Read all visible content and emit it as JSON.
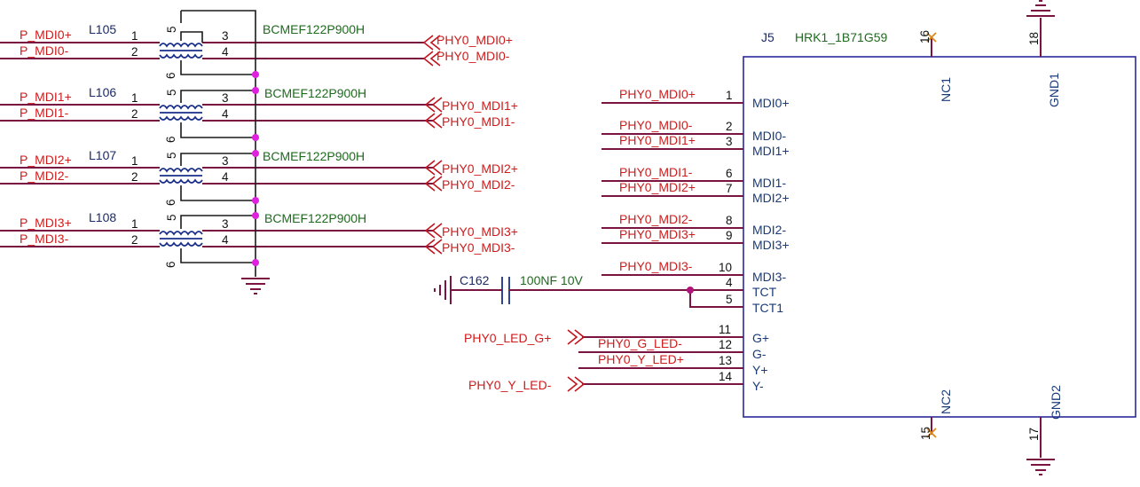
{
  "transformers": [
    {
      "ref": "L105",
      "part": "BCMEF122P900H",
      "net_p": "P_MDI0+",
      "net_n": "P_MDI0-",
      "phy_p": "PHY0_MDI0+",
      "phy_n": "PHY0_MDI0-"
    },
    {
      "ref": "L106",
      "part": "BCMEF122P900H",
      "net_p": "P_MDI1+",
      "net_n": "P_MDI1-",
      "phy_p": "PHY0_MDI1+",
      "phy_n": "PHY0_MDI1-"
    },
    {
      "ref": "L107",
      "part": "BCMEF122P900H",
      "net_p": "P_MDI2+",
      "net_n": "P_MDI2-",
      "phy_p": "PHY0_MDI2+",
      "phy_n": "PHY0_MDI2-"
    },
    {
      "ref": "L108",
      "part": "BCMEF122P900H",
      "net_p": "P_MDI3+",
      "net_n": "P_MDI3-",
      "phy_p": "PHY0_MDI3+",
      "phy_n": "PHY0_MDI3-"
    }
  ],
  "transformer_pins": [
    "1",
    "2",
    "3",
    "4",
    "5",
    "6"
  ],
  "connector": {
    "ref": "J5",
    "part": "HRK1_1B71G59",
    "pins": [
      {
        "num": "1",
        "name": "MDI0+",
        "net": "PHY0_MDI0+"
      },
      {
        "num": "2",
        "name": "MDI0-",
        "net": "PHY0_MDI0-"
      },
      {
        "num": "3",
        "name": "MDI1+",
        "net": "PHY0_MDI1+"
      },
      {
        "num": "6",
        "name": "MDI1-",
        "net": "PHY0_MDI1-"
      },
      {
        "num": "7",
        "name": "MDI2+",
        "net": "PHY0_MDI2+"
      },
      {
        "num": "8",
        "name": "MDI2-",
        "net": "PHY0_MDI2-"
      },
      {
        "num": "9",
        "name": "MDI3+",
        "net": "PHY0_MDI3+"
      },
      {
        "num": "10",
        "name": "MDI3-",
        "net": "PHY0_MDI3-"
      },
      {
        "num": "4",
        "name": "TCT",
        "net": ""
      },
      {
        "num": "5",
        "name": "TCT1",
        "net": ""
      },
      {
        "num": "11",
        "name": "G+",
        "net": "PHY0_LED_G+"
      },
      {
        "num": "12",
        "name": "G-",
        "net": "PHY0_G_LED-"
      },
      {
        "num": "13",
        "name": "Y+",
        "net": "PHY0_Y_LED+"
      },
      {
        "num": "14",
        "name": "Y-",
        "net": "PHY0_Y_LED-"
      }
    ],
    "top_pins": [
      {
        "num": "16",
        "name": "NC1"
      },
      {
        "num": "18",
        "name": "GND1"
      }
    ],
    "bottom_pins": [
      {
        "num": "15",
        "name": "NC2"
      },
      {
        "num": "17",
        "name": "GND2"
      }
    ]
  },
  "capacitor": {
    "ref": "C162",
    "value": "100NF 10V"
  }
}
